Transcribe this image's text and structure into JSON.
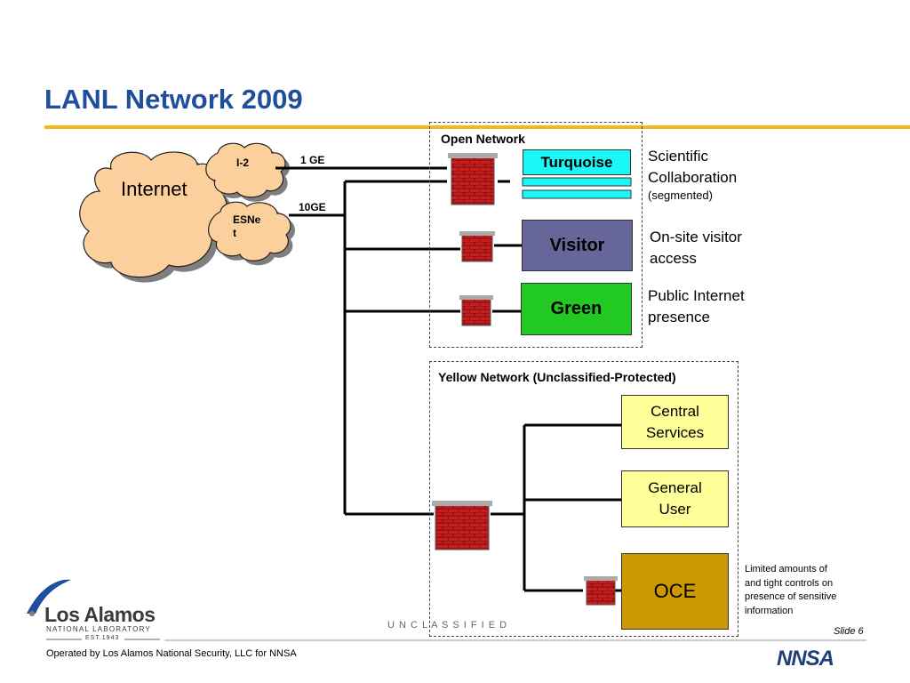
{
  "slide": {
    "title": "LANL Network 2009",
    "unclassified": "U N C L A S S I F I E D",
    "slide_number": "Slide 6",
    "operated_by": "Operated by Los Alamos National Security, LLC for NNSA"
  },
  "logo": {
    "name": "Los Alamos",
    "subtitle": "NATIONAL LABORATORY",
    "est": "EST.1943"
  },
  "nnsa_logo": "NNSA",
  "clouds": {
    "internet": "Internet",
    "i2": "I-2",
    "esnet_line1": "ESNe",
    "esnet_line2": "t"
  },
  "links": {
    "one_ge": "1 GE",
    "ten_ge": "10GE"
  },
  "open_network": {
    "label": "Open Network",
    "turquoise": "Turquoise",
    "visitor": "Visitor",
    "green": "Green",
    "turquoise_desc_line1": "Scientific",
    "turquoise_desc_line2": "Collaboration",
    "turquoise_desc_note": "(segmented)",
    "visitor_desc_line1": "On-site visitor",
    "visitor_desc_line2": "access",
    "green_desc_line1": "Public Internet",
    "green_desc_line2": "presence"
  },
  "yellow_network": {
    "label": "Yellow Network (Unclassified-Protected)",
    "central_line1": "Central",
    "central_line2": "Services",
    "general_line1": "General",
    "general_line2": "User",
    "oce": "OCE",
    "oce_note_line1": "Limited amounts of",
    "oce_note_line2": "and tight controls on",
    "oce_note_line3": "presence of sensitive",
    "oce_note_line4": "information"
  },
  "colors": {
    "title": "#1f4e9c",
    "rule": "#f2b91c",
    "cloud": "#fcd09c",
    "turquoise": "#19f7f7",
    "visitor": "#66669a",
    "green": "#22c922",
    "yellow": "#ffff99",
    "oce": "#cc9900",
    "firewall": "#b81c1c"
  }
}
